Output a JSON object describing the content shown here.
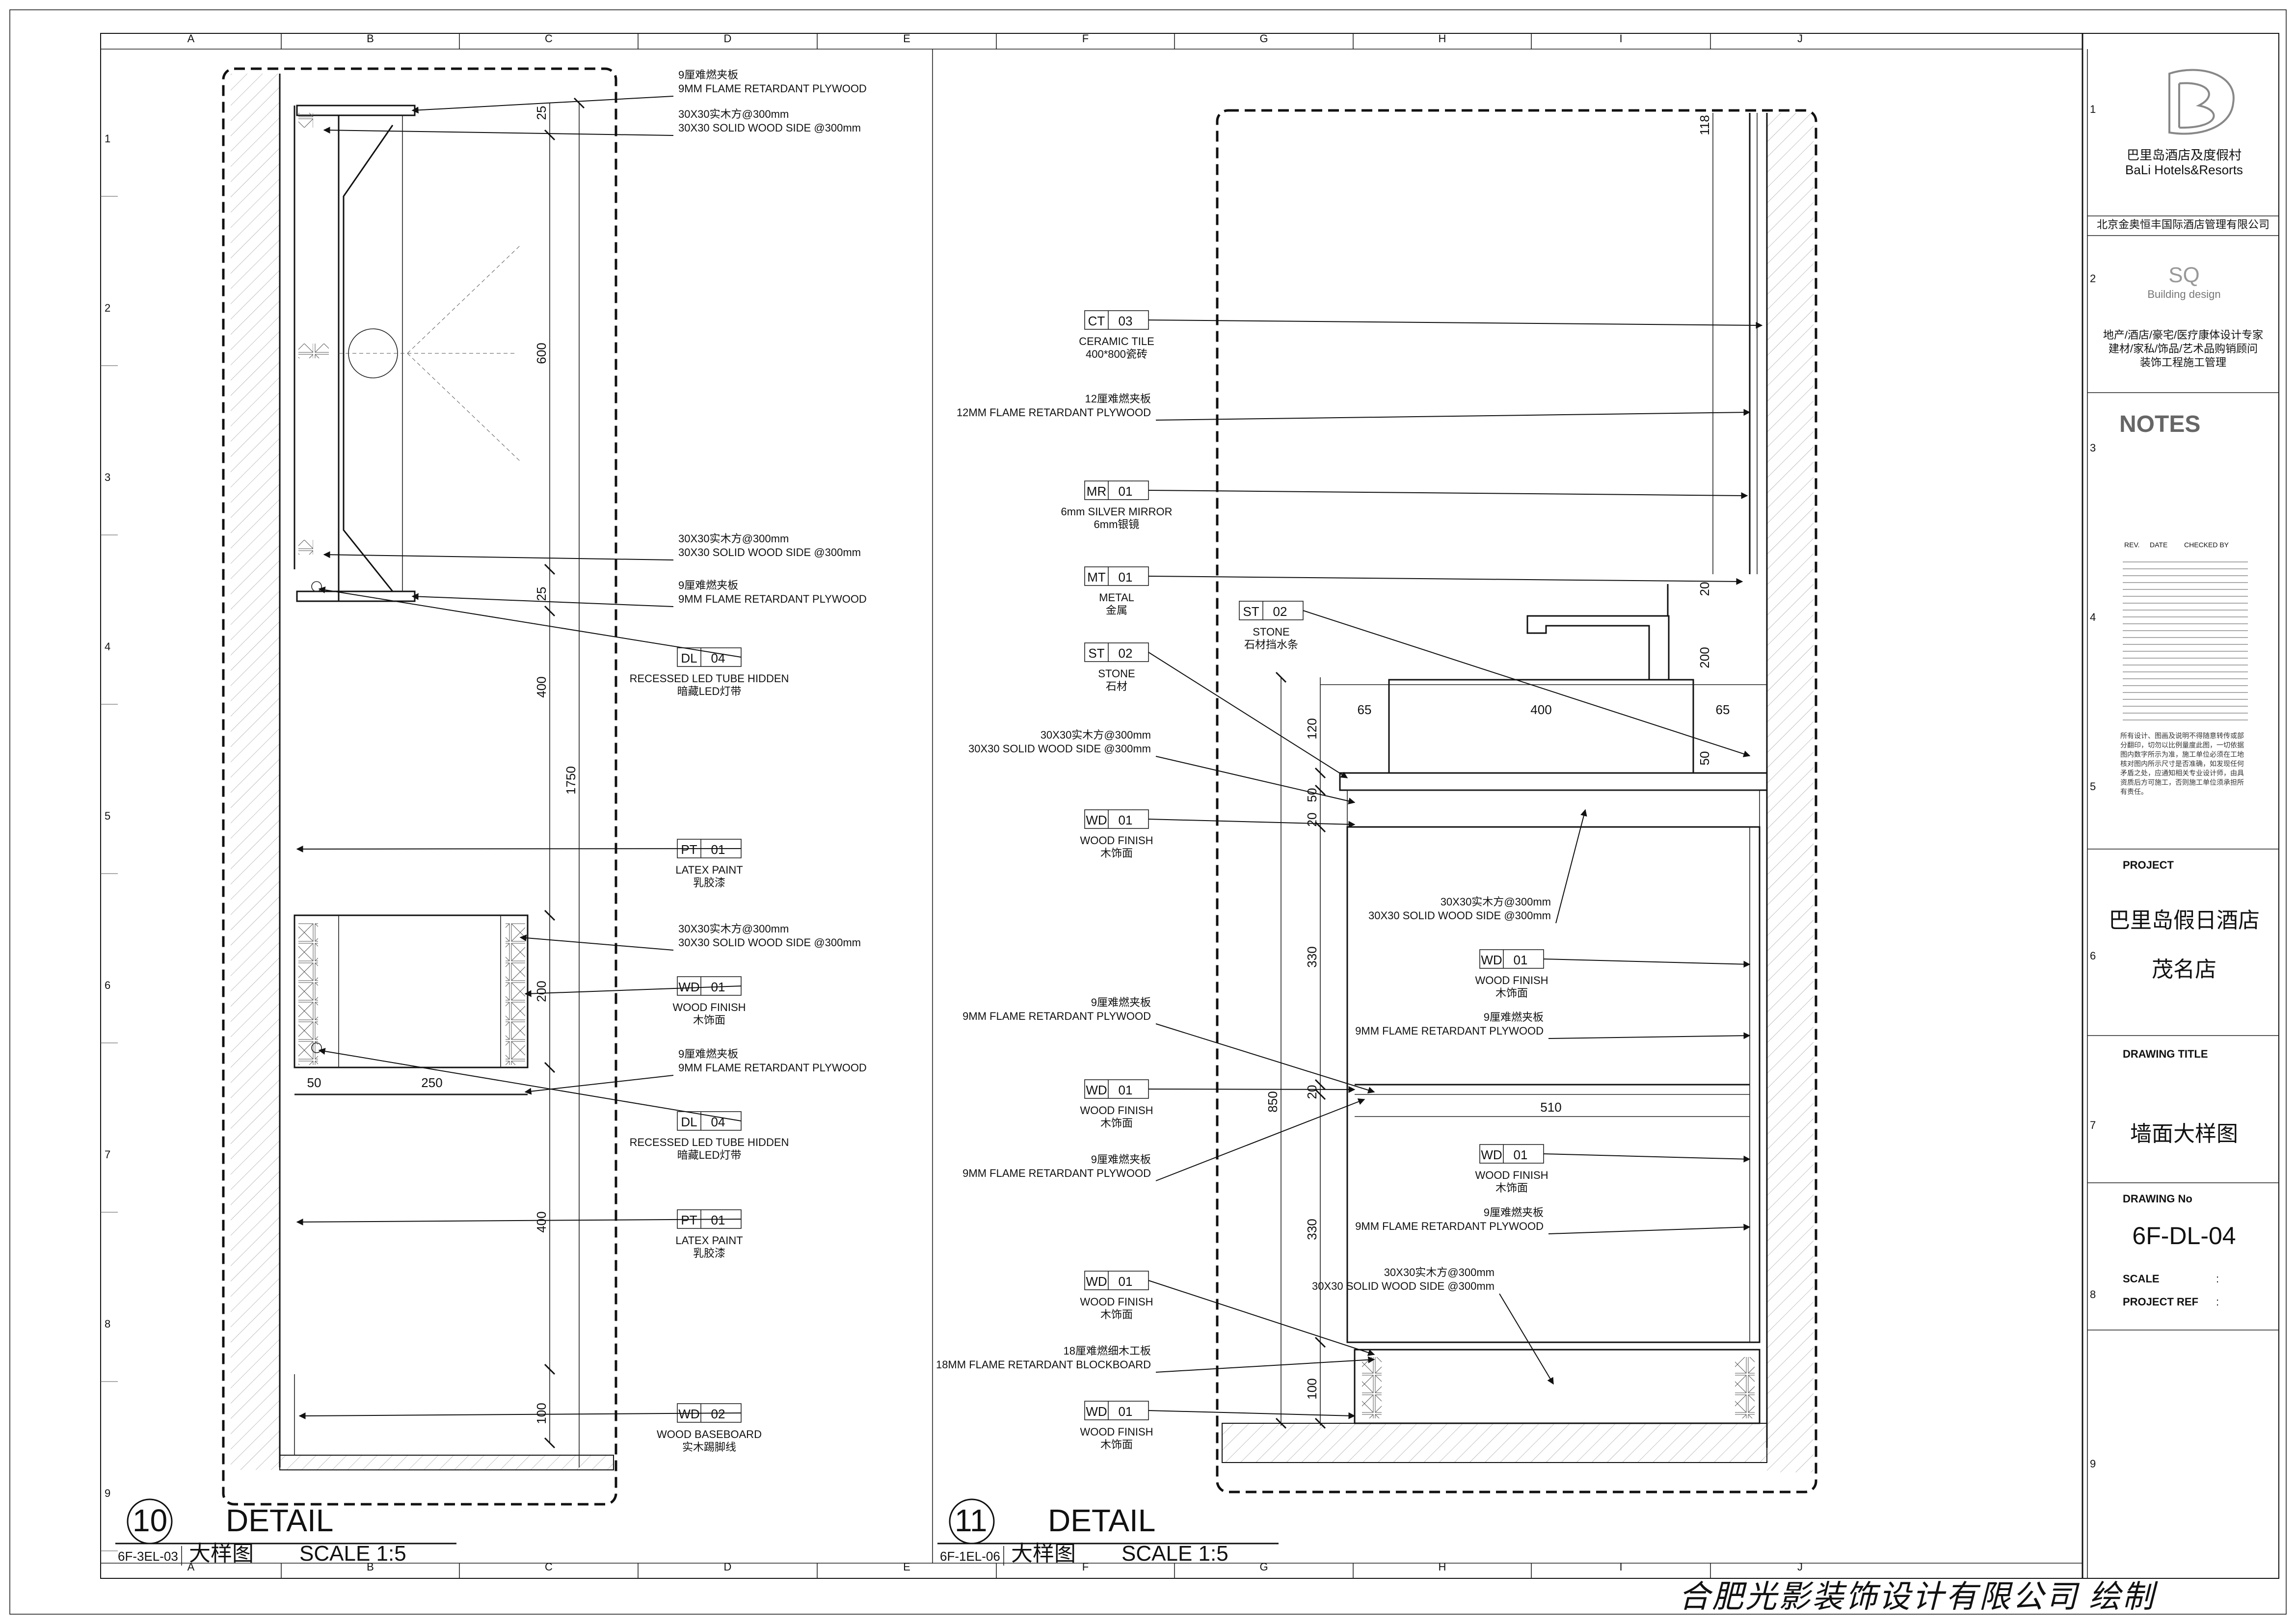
{
  "grid": {
    "cols": [
      "A",
      "B",
      "C",
      "D",
      "E",
      "F",
      "G",
      "H",
      "I",
      "J"
    ],
    "rows": [
      "1",
      "2",
      "3",
      "4",
      "5",
      "6",
      "7",
      "8",
      "9"
    ]
  },
  "title_block": {
    "brand_cn": "巴里岛酒店及度假村",
    "brand_en": "BaLi Hotels&Resorts",
    "company": "北京金奥恒丰国际酒店管理有限公司",
    "sq": "SQ",
    "sq_sub": "Building design",
    "services": [
      "地产/酒店/豪宅/医疗康体设计专家",
      "建材/家私/饰品/艺术品购销顾问",
      "装饰工程施工管理"
    ],
    "notes_label": "NOTES",
    "rev_headers": [
      "REV.",
      "DATE",
      "CHECKED BY"
    ],
    "disclaimer": "所有设计、图画及说明不得随意转传或部分翻印，切勿以比例量度此图，一切依据图内数字所示为准，施工单位必须在工地核对图内所示尺寸是否准确，如发现任何矛盾之处，应通知相关专业设计师，由具资质后方可施工，否则施工单位须承担所有责任。",
    "project_label": "PROJECT",
    "project_name_1": "巴里岛假日酒店",
    "project_name_2": "茂名店",
    "drawing_title_label": "DRAWING  TITLE",
    "drawing_title": "墙面大样图",
    "drawing_no_label": "DRAWING  No",
    "drawing_no": "6F-DL-04",
    "scale_label": "SCALE",
    "project_ref_label": "PROJECT REF",
    "colon": ":"
  },
  "footer": "合肥光影装饰设计有限公司 绘制",
  "detail_10": {
    "number": "10",
    "title": "DETAIL",
    "ref": "6F-3EL-03",
    "title_cn": "大样图",
    "scale": "SCALE 1:5",
    "dims": [
      "25",
      "600",
      "25",
      "400",
      "1750",
      "200",
      "50",
      "250",
      "400",
      "100"
    ],
    "labels": [
      {
        "cn": "9厘难燃夹板",
        "en": "9MM FLAME RETARDANT PLYWOOD"
      },
      {
        "cn": "30X30实木方@300mm",
        "en": "30X30 SOLID WOOD SIDE @300mm"
      },
      {
        "cn": "30X30实木方@300mm",
        "en": "30X30 SOLID WOOD SIDE @300mm"
      },
      {
        "cn": "9厘难燃夹板",
        "en": "9MM FLAME RETARDANT PLYWOOD"
      },
      {
        "code": "DL",
        "num": "04",
        "en": "RECESSED LED TUBE HIDDEN",
        "cn": "暗藏LED灯带"
      },
      {
        "code": "PT",
        "num": "01",
        "en": "LATEX PAINT",
        "cn": "乳胶漆"
      },
      {
        "cn": "30X30实木方@300mm",
        "en": "30X30 SOLID WOOD SIDE @300mm"
      },
      {
        "code": "WD",
        "num": "01",
        "en": "WOOD FINISH",
        "cn": "木饰面"
      },
      {
        "cn": "9厘难燃夹板",
        "en": "9MM FLAME RETARDANT PLYWOOD"
      },
      {
        "code": "DL",
        "num": "04",
        "en": "RECESSED LED TUBE HIDDEN",
        "cn": "暗藏LED灯带"
      },
      {
        "code": "PT",
        "num": "01",
        "en": "LATEX PAINT",
        "cn": "乳胶漆"
      },
      {
        "code": "WD",
        "num": "02",
        "en": "WOOD BASEBOARD",
        "cn": "实木踢脚线"
      }
    ]
  },
  "detail_11": {
    "number": "11",
    "title": "DETAIL",
    "ref": "6F-1EL-06",
    "title_cn": "大样图",
    "scale": "SCALE 1:5",
    "dims": [
      "118",
      "20",
      "200",
      "65",
      "400",
      "65",
      "120",
      "50",
      "50",
      "20",
      "330",
      "850",
      "20",
      "510",
      "330",
      "100"
    ],
    "labels": [
      {
        "code": "CT",
        "num": "03",
        "en": "CERAMIC TILE",
        "cn": "400*800瓷砖"
      },
      {
        "cn": "12厘难燃夹板",
        "en": "12MM FLAME RETARDANT PLYWOOD"
      },
      {
        "code": "MR",
        "num": "01",
        "en": "6mm SILVER MIRROR",
        "cn": "6mm银镜"
      },
      {
        "code": "MT",
        "num": "01",
        "en": "METAL",
        "cn": "金属"
      },
      {
        "code": "ST",
        "num": "02",
        "en": "STONE",
        "cn": "石材"
      },
      {
        "code": "ST",
        "num": "02",
        "en": "STONE",
        "cn": "石材挡水条"
      },
      {
        "cn": "30X30实木方@300mm",
        "en": "30X30 SOLID WOOD SIDE @300mm"
      },
      {
        "code": "WD",
        "num": "01",
        "en": "WOOD FINISH",
        "cn": "木饰面"
      },
      {
        "cn": "30X30实木方@300mm",
        "en": "30X30 SOLID WOOD SIDE @300mm"
      },
      {
        "code": "WD",
        "num": "01",
        "en": "WOOD FINISH",
        "cn": "木饰面"
      },
      {
        "cn": "9厘难燃夹板",
        "en": "9MM FLAME RETARDANT PLYWOOD"
      },
      {
        "cn": "9厘难燃夹板",
        "en": "9MM FLAME RETARDANT PLYWOOD"
      },
      {
        "code": "WD",
        "num": "01",
        "en": "WOOD FINISH",
        "cn": "木饰面"
      },
      {
        "cn": "9厘难燃夹板",
        "en": "9MM FLAME RETARDANT PLYWOOD"
      },
      {
        "code": "WD",
        "num": "01",
        "en": "WOOD FINISH",
        "cn": "木饰面"
      },
      {
        "cn": "9厘难燃夹板",
        "en": "9MM FLAME RETARDANT PLYWOOD"
      },
      {
        "cn": "30X30实木方@300mm",
        "en": "30X30 SOLID WOOD SIDE @300mm"
      },
      {
        "code": "WD",
        "num": "01",
        "en": "WOOD FINISH",
        "cn": "木饰面"
      },
      {
        "cn": "18厘难燃细木工板",
        "en": "18MM FLAME RETARDANT BLOCKBOARD"
      },
      {
        "code": "WD",
        "num": "01",
        "en": "WOOD FINISH",
        "cn": "木饰面"
      }
    ]
  }
}
